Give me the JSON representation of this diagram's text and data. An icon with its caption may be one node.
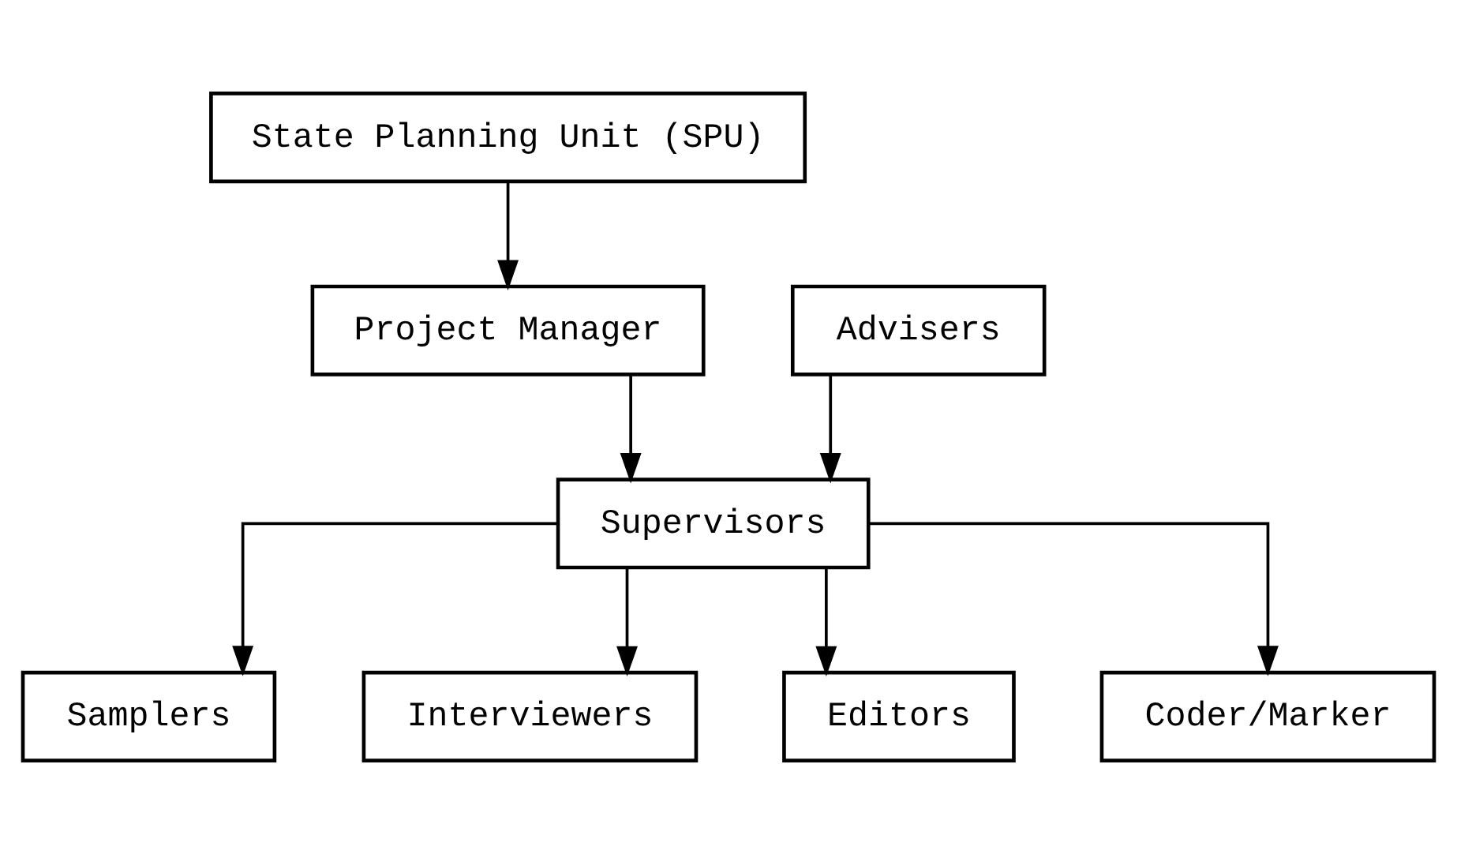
{
  "diagram": {
    "nodes": [
      {
        "text": [
          "State Planning Unit (SPU)"
        ]
      },
      {
        "text": [
          "Project Manager"
        ]
      },
      {
        "text": [
          "Advisers"
        ]
      },
      {
        "text": [
          "Supervisors"
        ]
      },
      {
        "text": [
          "Samplers"
        ]
      },
      {
        "text": [
          "Interviewers"
        ]
      },
      {
        "text": [
          "Editors"
        ]
      },
      {
        "text": [
          "Coder/Marker"
        ]
      }
    ],
    "edges": [
      {
        "from": 0,
        "to": 1,
        "arrow": "to"
      },
      {
        "from": 1,
        "to": 3,
        "arrow": "to"
      },
      {
        "from": 2,
        "to": 3,
        "arrow": "to"
      },
      {
        "from": 3,
        "to": 4,
        "arrow": "to"
      },
      {
        "from": 3,
        "to": 5,
        "arrow": "to"
      },
      {
        "from": 3,
        "to": 6,
        "arrow": "to"
      },
      {
        "from": 3,
        "to": 7,
        "arrow": "to"
      }
    ]
  }
}
